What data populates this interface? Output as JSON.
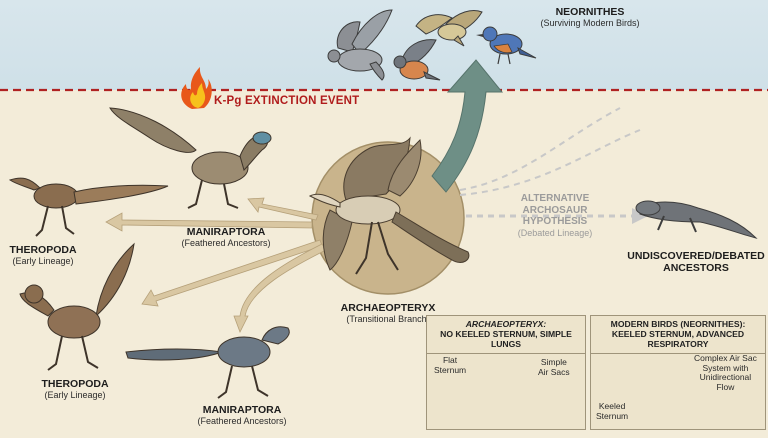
{
  "extinction_event": {
    "label": "K-Pg EXTINCTION EVENT"
  },
  "nodes": {
    "neornithes": {
      "title": "NEORNITHES",
      "subtitle": "(Surviving Modern Birds)"
    },
    "maniraptora_top": {
      "title": "MANIRAPTORA",
      "subtitle": "(Feathered Ancestors)"
    },
    "theropoda_left": {
      "title": "THEROPODA",
      "subtitle": "(Early Lineage)"
    },
    "theropoda_bottom": {
      "title": "THEROPODA",
      "subtitle": "(Early Lineage)"
    },
    "maniraptora_bottom": {
      "title": "MANIRAPTORA",
      "subtitle": "(Feathered Ancestors)"
    },
    "archaeopteryx": {
      "title": "ARCHAEOPTERYX",
      "subtitle": "(Transitional Branch)"
    },
    "alternative": {
      "title_lines": [
        "ALTERNATIVE",
        "ARCHOSAUR",
        "HYPOTHESIS"
      ],
      "subtitle": "(Debated Lineage)"
    },
    "undiscovered": {
      "title_lines": [
        "UNDISCOVERED/DEBATED",
        "ANCESTORS"
      ]
    }
  },
  "panels": {
    "archaeopteryx_anatomy": {
      "heading_italic": "ARCHAEOPTERYX:",
      "heading_rest": "NO KEELED STERNUM, SIMPLE LUNGS",
      "labels": {
        "flat_sternum": [
          "Flat",
          "Sternum"
        ],
        "simple_air_sacs": [
          "Simple",
          "Air Sacs"
        ]
      }
    },
    "modern_birds_anatomy": {
      "heading_line1": "MODERN BIRDS (NEORNITHES):",
      "heading_line2": "KEELED STERNUM, ADVANCED RESPIRATORY",
      "labels": {
        "air_sac_system": [
          "Complex Air Sac",
          "System with",
          "Unidirectional",
          "Flow"
        ],
        "keeled_sternum": [
          "Keeled",
          "Sternum"
        ]
      }
    }
  },
  "colors": {
    "sky": "#d4e3ea",
    "ground": "#f3ecd9",
    "extinction_line": "#b02222",
    "evolution_arrow": "#6e8f86",
    "branch_arrow": "#d9c7a2",
    "hypothesis_arrow": "#c8c8c8"
  }
}
